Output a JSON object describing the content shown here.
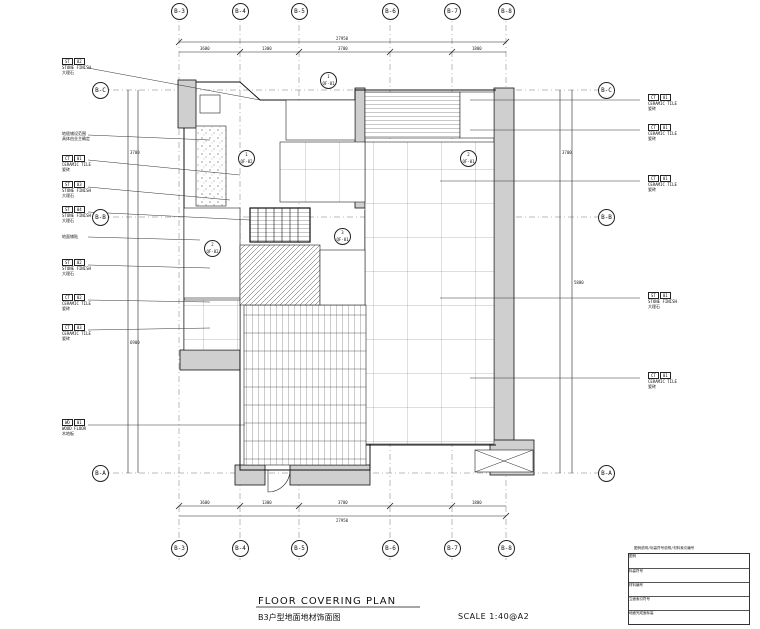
{
  "title": {
    "main": "FLOOR COVERING PLAN",
    "sub": "B3户型地面地材饰面图",
    "scale": "SCALE  1:40@A2"
  },
  "grid": {
    "top_axes": [
      "B-3",
      "B-4",
      "B-5",
      "B-6",
      "B-7",
      "B-8"
    ],
    "side_axes": [
      "B-C",
      "B-B",
      "B-A"
    ],
    "top_dims": [
      "3600",
      "1300",
      "3700",
      "1800"
    ],
    "top_total": "27950",
    "bottom_dims": [
      "3600",
      "1300",
      "3700",
      "1800"
    ],
    "bottom_total": "27950",
    "left_dims": [
      "3700",
      "6900"
    ],
    "right_dims": [
      "3700",
      "5800"
    ]
  },
  "tags_left": [
    {
      "code": "ST",
      "num": "02",
      "text": "STONE FINISH",
      "cn": "大理石"
    },
    {
      "code": "",
      "num": "",
      "text": "地毯铺设范围",
      "cn": "具体由业主确定"
    },
    {
      "code": "CT",
      "num": "01",
      "text": "CERAMIC TILE",
      "cn": "瓷砖"
    },
    {
      "code": "ST",
      "num": "03",
      "text": "STONE FINISH",
      "cn": "大理石"
    },
    {
      "code": "ST",
      "num": "04",
      "text": "STONE FINISH",
      "cn": "大理石"
    },
    {
      "code": "",
      "num": "",
      "text": "地面铺贴",
      "cn": ""
    },
    {
      "code": "ST",
      "num": "02",
      "text": "STONE FINISH",
      "cn": "大理石"
    },
    {
      "code": "CT",
      "num": "02",
      "text": "CERAMIC TILE",
      "cn": "瓷砖"
    },
    {
      "code": "CT",
      "num": "03",
      "text": "CERAMIC TILE",
      "cn": "瓷砖"
    },
    {
      "code": "WD",
      "num": "01",
      "text": "WOOD FLOOR",
      "cn": "木地板"
    }
  ],
  "tags_right": [
    {
      "code": "CT",
      "num": "01",
      "text": "CERAMIC TILE",
      "cn": "瓷砖"
    },
    {
      "code": "CT",
      "num": "01",
      "text": "CERAMIC TILE",
      "cn": "瓷砖"
    },
    {
      "code": "CT",
      "num": "01",
      "text": "CERAMIC TILE",
      "cn": "瓷砖"
    },
    {
      "code": "ST",
      "num": "01",
      "text": "STONE FINISH",
      "cn": "大理石"
    },
    {
      "code": "CT",
      "num": "01",
      "text": "CERAMIC TILE",
      "cn": "瓷砖"
    }
  ],
  "markers": [
    {
      "code": "QF-01",
      "num": "1"
    },
    {
      "code": "QF-01",
      "num": "2"
    },
    {
      "code": "QF-02",
      "num": "1"
    },
    {
      "code": "QF-02",
      "num": "2"
    },
    {
      "code": "QF-01",
      "num": "3"
    }
  ],
  "legend": {
    "title": "图例说明/标高符号说明/材料索引编号",
    "rows": [
      "图例",
      "标高符号",
      "材料编号",
      "立面索引符号",
      "地面完成面标高"
    ]
  }
}
